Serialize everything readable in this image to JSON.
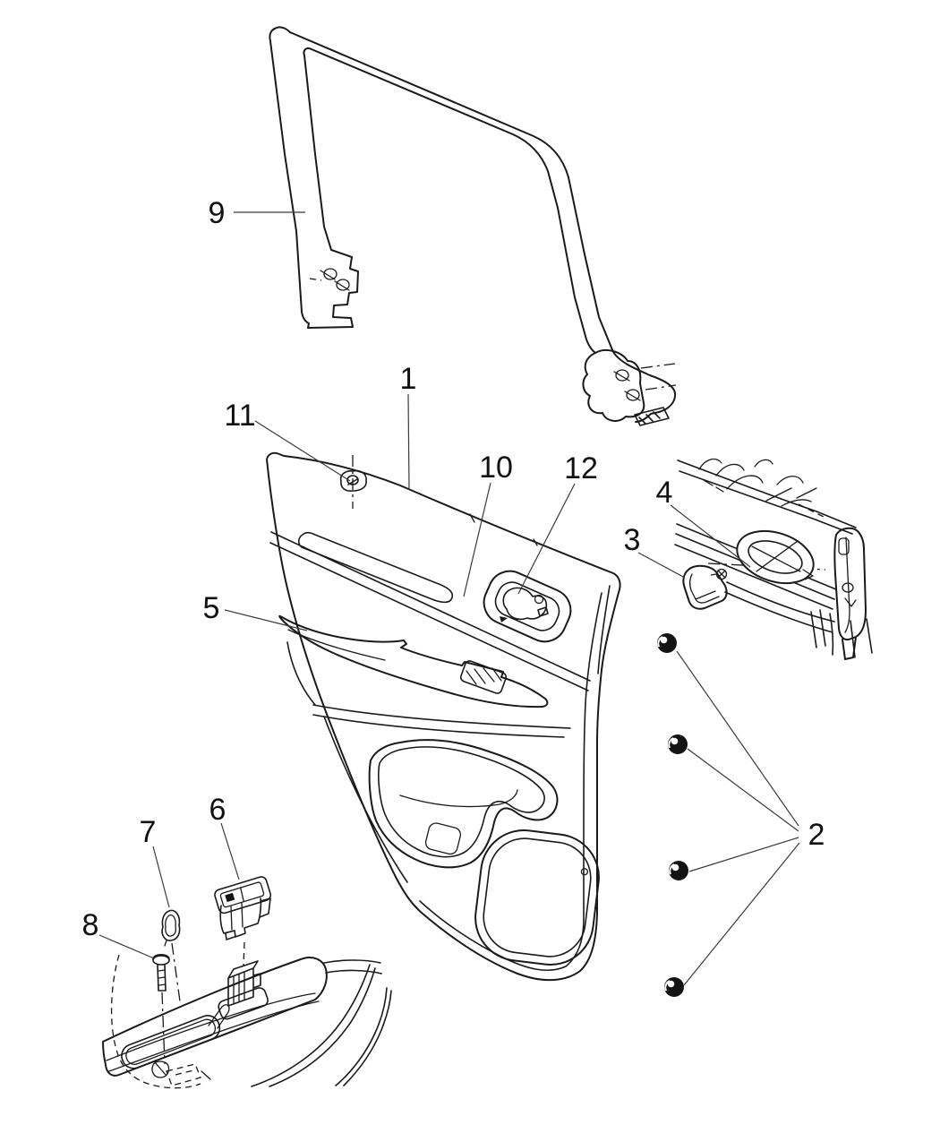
{
  "figure": {
    "type": "exploded-parts-diagram",
    "subject": "rear-door-trim-panel",
    "background": "#ffffff",
    "line_color": "#1a1a1a",
    "callout_count": 12
  },
  "callouts": {
    "c1": {
      "label": "1"
    },
    "c2": {
      "label": "2"
    },
    "c3": {
      "label": "3"
    },
    "c4": {
      "label": "4"
    },
    "c5": {
      "label": "5"
    },
    "c6": {
      "label": "6"
    },
    "c7": {
      "label": "7"
    },
    "c8": {
      "label": "8"
    },
    "c9": {
      "label": "9"
    },
    "c10": {
      "label": "10"
    },
    "c11": {
      "label": "11"
    },
    "c12": {
      "label": "12"
    }
  }
}
